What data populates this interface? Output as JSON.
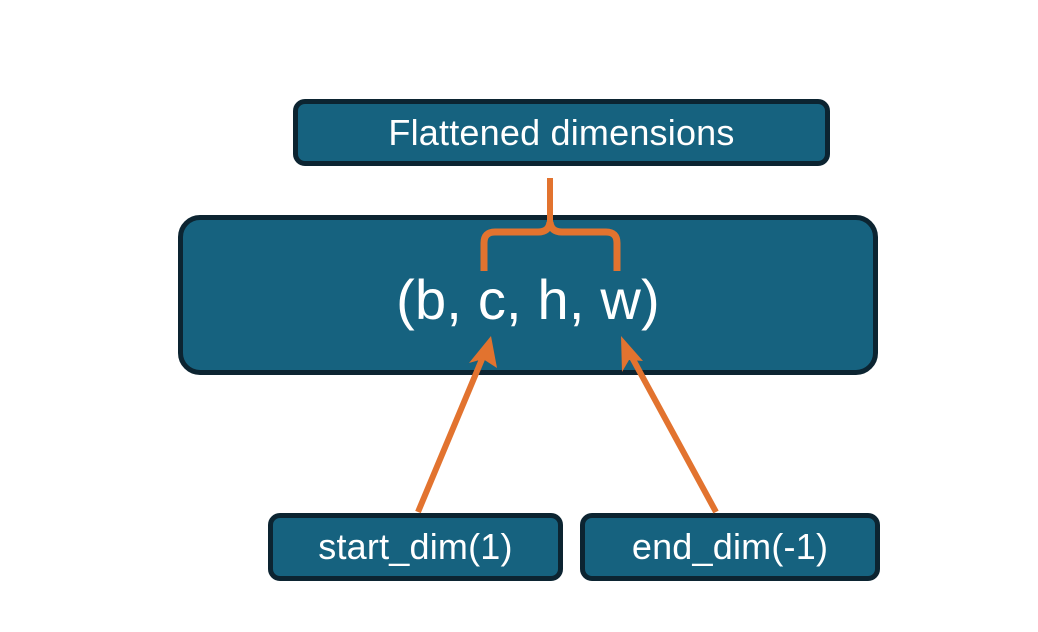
{
  "diagram": {
    "title_node": {
      "label": "Flattened dimensions"
    },
    "shape_node": {
      "label": "(b, c, h, w)"
    },
    "param_nodes": [
      {
        "label": "start_dim(1)"
      },
      {
        "label": "end_dim(-1)"
      }
    ],
    "colors": {
      "background": "#ffffff",
      "node_fill": "#16627f",
      "node_border": "#0c2431",
      "node_text": "#ffffff",
      "connector": "#e2732f"
    },
    "connectors": [
      {
        "name": "brace-over-c-h-w",
        "kind": "curly-brace",
        "from": "shape_node",
        "to": "title_node"
      },
      {
        "name": "start-dim-arrow",
        "kind": "arrow",
        "from": "start_dim(1)",
        "to": "shape_node"
      },
      {
        "name": "end-dim-arrow",
        "kind": "arrow",
        "from": "end_dim(-1)",
        "to": "shape_node"
      }
    ]
  }
}
